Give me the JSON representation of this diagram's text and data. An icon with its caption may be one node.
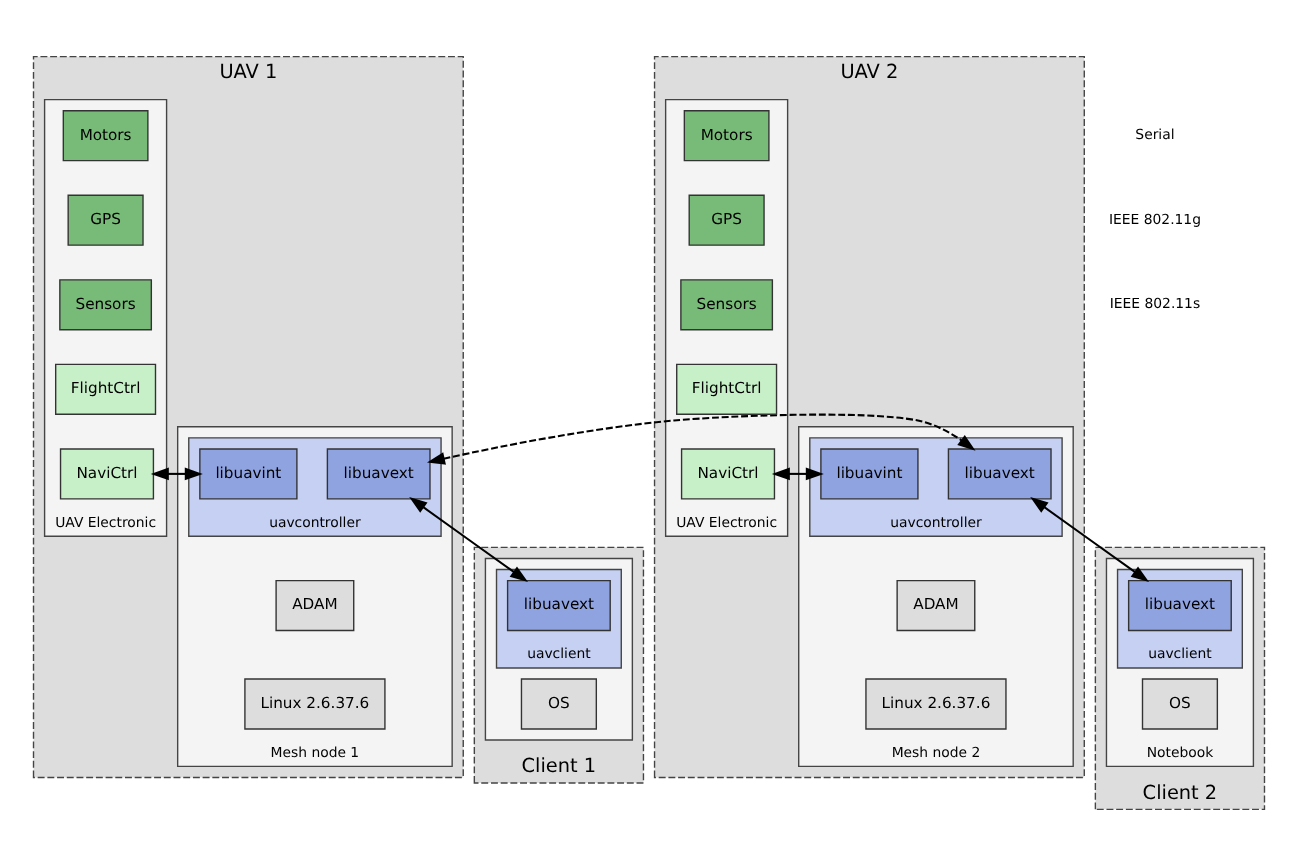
{
  "diagram": {
    "nodes": [
      {
        "text": [
          "UAV 1"
        ]
      },
      {
        "text": [
          "UAV Electronic"
        ],
        "in": 0
      },
      {
        "text": [
          "Motors"
        ],
        "in": 1
      },
      {
        "text": [
          "GPS"
        ],
        "in": 1
      },
      {
        "text": [
          "Sensors"
        ],
        "in": 1
      },
      {
        "text": [
          "FlightCtrl"
        ],
        "in": 1
      },
      {
        "text": [
          "NaviCtrl"
        ],
        "in": 1
      },
      {
        "text": [
          "Mesh node 1"
        ],
        "in": 0
      },
      {
        "text": [
          "uavcontroller"
        ],
        "in": 7
      },
      {
        "text": [
          "libuavint"
        ],
        "in": 8
      },
      {
        "text": [
          "libuavext"
        ],
        "in": 8
      },
      {
        "text": [
          "ADAM"
        ],
        "in": 7
      },
      {
        "text": [
          "Linux 2.6.37.6"
        ],
        "in": 7
      },
      {
        "text": [
          "UAV 2"
        ]
      },
      {
        "text": [
          "Mesh node 2"
        ],
        "in": 13
      },
      {
        "text": [
          "uavcontroller"
        ],
        "in": 14
      },
      {
        "text": [
          "libuavext"
        ],
        "in": 15
      },
      {
        "text": [
          "libuavint"
        ],
        "in": 15
      },
      {
        "text": [
          "ADAM"
        ],
        "in": 14
      },
      {
        "text": [
          "Linux 2.6.37.6"
        ],
        "in": 14
      },
      {
        "text": [
          "UAV Electronic"
        ],
        "in": 13
      },
      {
        "text": [
          "Motors"
        ],
        "in": 20
      },
      {
        "text": [
          "GPS"
        ],
        "in": 20
      },
      {
        "text": [
          "Sensors"
        ],
        "in": 20
      },
      {
        "text": [
          "FlightCtrl"
        ],
        "in": 20
      },
      {
        "text": [
          "NaviCtrl"
        ],
        "in": 20
      },
      {
        "text": [
          "Client 1"
        ]
      },
      {
        "text": [],
        "shape": "box",
        "in": 26
      },
      {
        "text": [
          "uavclient"
        ],
        "in": 27
      },
      {
        "text": [
          "libuavext"
        ],
        "in": 28
      },
      {
        "text": [
          "OS"
        ],
        "in": 27
      },
      {
        "text": [
          "Client 2"
        ]
      },
      {
        "text": [
          "Notebook"
        ],
        "in": 31
      },
      {
        "text": [
          "uavclient"
        ],
        "in": 32
      },
      {
        "text": [
          "libuavext"
        ],
        "in": 33
      },
      {
        "text": [
          "OS"
        ],
        "in": 32
      }
    ],
    "edges": [
      {
        "from": 6,
        "to": 9,
        "arrow": "both"
      },
      {
        "from": 10,
        "to": 16,
        "arrow": "both",
        "style": "dashed"
      },
      {
        "from": 17,
        "to": 25,
        "arrow": "both"
      },
      {
        "from": 10,
        "to": 29,
        "arrow": "both"
      },
      {
        "from": 16,
        "to": 34,
        "arrow": "both"
      }
    ],
    "legend": [
      {
        "text": "Serial"
      },
      {
        "text": "IEEE 802.11g"
      },
      {
        "text": "IEEE 802.11s"
      }
    ]
  }
}
